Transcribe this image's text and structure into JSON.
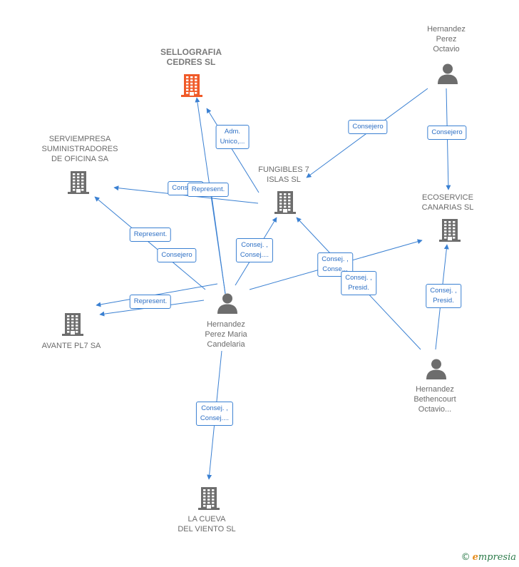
{
  "colors": {
    "edge": "#3a80d2",
    "building": "#6d6d6d",
    "building_highlight": "#f05a28",
    "person": "#6d6d6d"
  },
  "nodes": {
    "sellografia": {
      "type": "company",
      "highlight": true,
      "lines": [
        "SELLOGRAFIA",
        "CEDRES  SL"
      ]
    },
    "serviempresa": {
      "type": "company",
      "lines": [
        "SERVIEMPRESA",
        "SUMINISTRADORES",
        "DE OFICINA SA"
      ]
    },
    "fungibles": {
      "type": "company",
      "lines": [
        "FUNGIBLES 7",
        "ISLAS  SL"
      ]
    },
    "ecoservice": {
      "type": "company",
      "lines": [
        "ECOSERVICE",
        "CANARIAS  SL"
      ]
    },
    "avante": {
      "type": "company",
      "lines": [
        "AVANTE PL7 SA"
      ]
    },
    "lacueva": {
      "type": "company",
      "lines": [
        "LA CUEVA",
        "DEL VIENTO SL"
      ]
    },
    "hernandez_perez_octavio": {
      "type": "person",
      "lines": [
        "Hernandez",
        "Perez",
        "Octavio"
      ]
    },
    "hernandez_perez_maria": {
      "type": "person",
      "lines": [
        "Hernandez",
        "Perez Maria",
        "Candelaria"
      ]
    },
    "hernandez_bethencourt": {
      "type": "person",
      "lines": [
        "Hernandez",
        "Bethencourt",
        "Octavio..."
      ]
    }
  },
  "edge_labels": {
    "adm_unico": [
      "Adm.",
      "Unico,..."
    ],
    "consejero_octavio_fungibles": [
      "Consejero"
    ],
    "consejero_octavio_ecoservice": [
      "Consejero"
    ],
    "consejero_maria_serviempresa": [
      "Consej..."
    ],
    "represent_maria_sellografia": [
      "Represent."
    ],
    "represent_fungibles_serviempresa": [
      "Represent."
    ],
    "consejero_maria_avante": [
      "Consejero"
    ],
    "represent_maria_avante": [
      "Represent."
    ],
    "consej_maria_fungibles": [
      "Consej. ,",
      "Consej...."
    ],
    "consej_maria_ecoservice": [
      "Consej. ,",
      "Conse..."
    ],
    "consej_presid_bethencourt_fungibles": [
      "Consej. ,",
      "Presid."
    ],
    "consej_presid_bethencourt_ecoservice": [
      "Consej. ,",
      "Presid."
    ],
    "consej_maria_lacueva": [
      "Consej. ,",
      "Consej...."
    ]
  },
  "footer": {
    "copyright": "©",
    "brand_initial": "e",
    "brand_rest": "mpresia"
  }
}
